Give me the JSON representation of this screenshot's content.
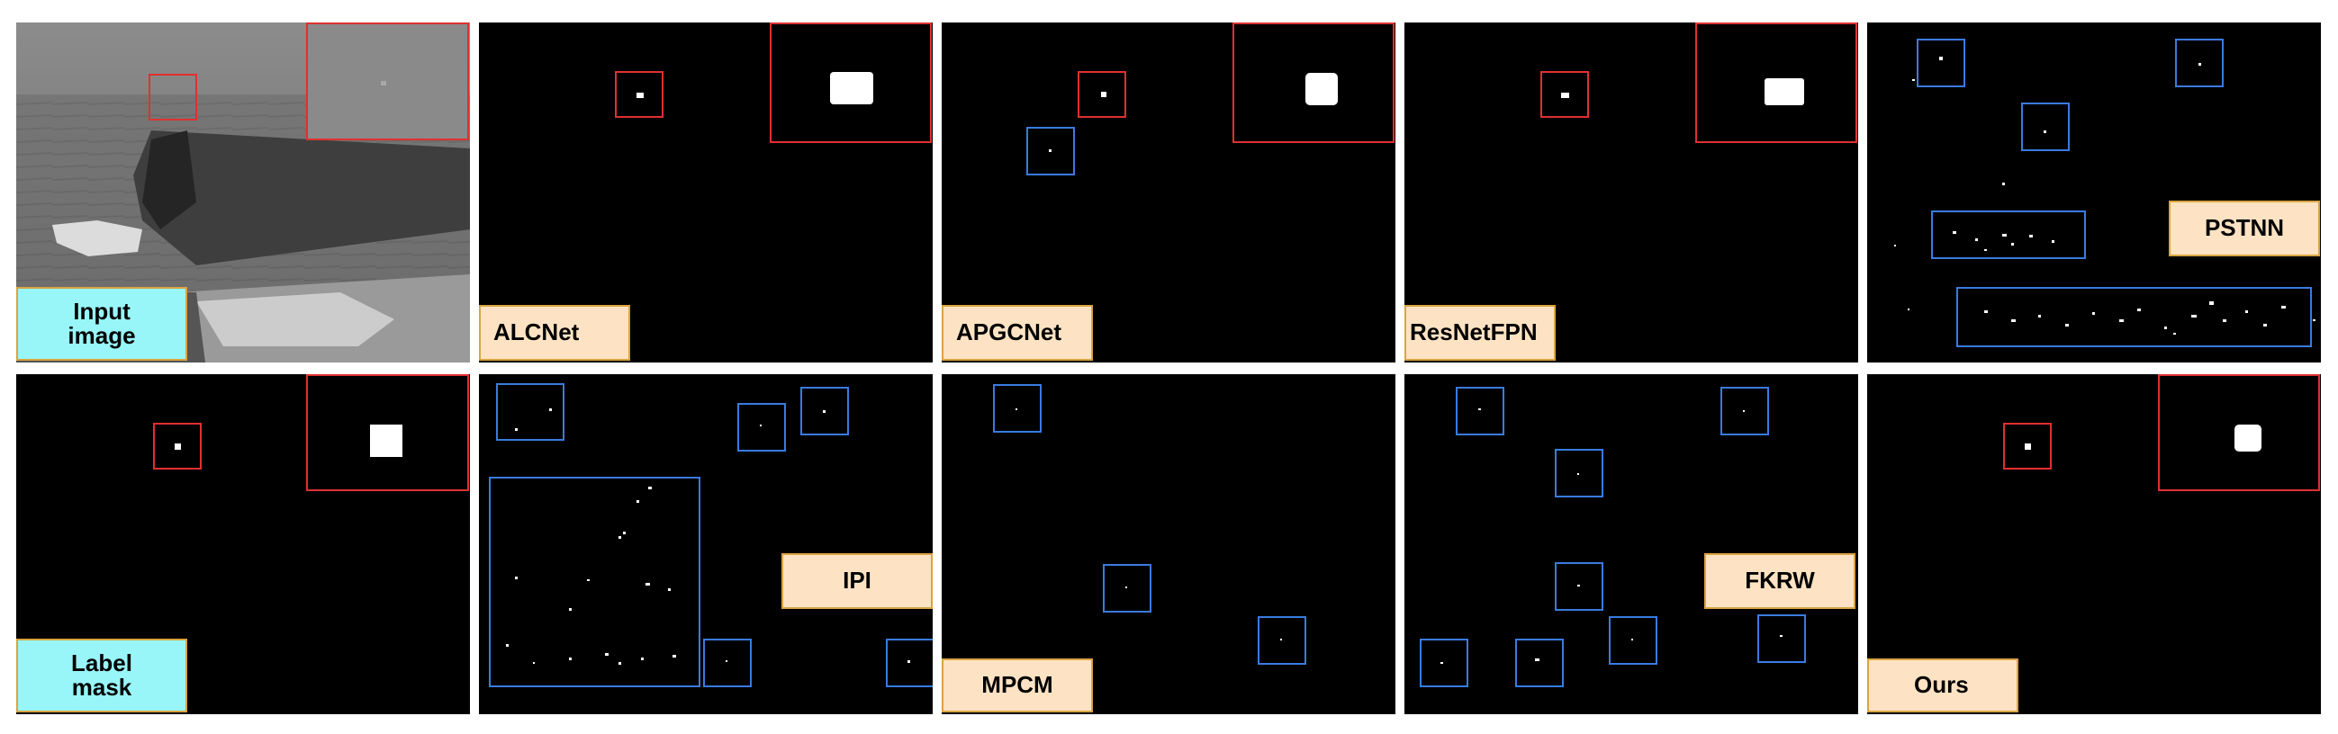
{
  "figure": {
    "colors": {
      "background": "#ffffff",
      "panel": "#000000",
      "red_box": "#e03030",
      "blue_box": "#3a7be0",
      "label_cyan": "#98f6f9",
      "label_beige": "#fde3c3",
      "label_border": "#d9a441"
    },
    "panels": [
      {
        "id": "input-image",
        "label": "Input image",
        "label_lines": [
          "Input",
          "image"
        ],
        "label_style": "cyan"
      },
      {
        "id": "alcnet",
        "label": "ALCNet",
        "label_style": "beige"
      },
      {
        "id": "apgcnet",
        "label": "APGCNet",
        "label_style": "beige"
      },
      {
        "id": "resnetfpn",
        "label": "ResNetFPN",
        "label_style": "beige"
      },
      {
        "id": "pstnn",
        "label": "PSTNN",
        "label_style": "beige"
      },
      {
        "id": "label-mask",
        "label": "Label mask",
        "label_lines": [
          "Label",
          "mask"
        ],
        "label_style": "cyan"
      },
      {
        "id": "ipi",
        "label": "IPI",
        "label_style": "beige"
      },
      {
        "id": "mpcm",
        "label": "MPCM",
        "label_style": "beige"
      },
      {
        "id": "fkrw",
        "label": "FKRW",
        "label_style": "beige"
      },
      {
        "id": "ours",
        "label": "Ours",
        "label_style": "beige"
      }
    ]
  }
}
